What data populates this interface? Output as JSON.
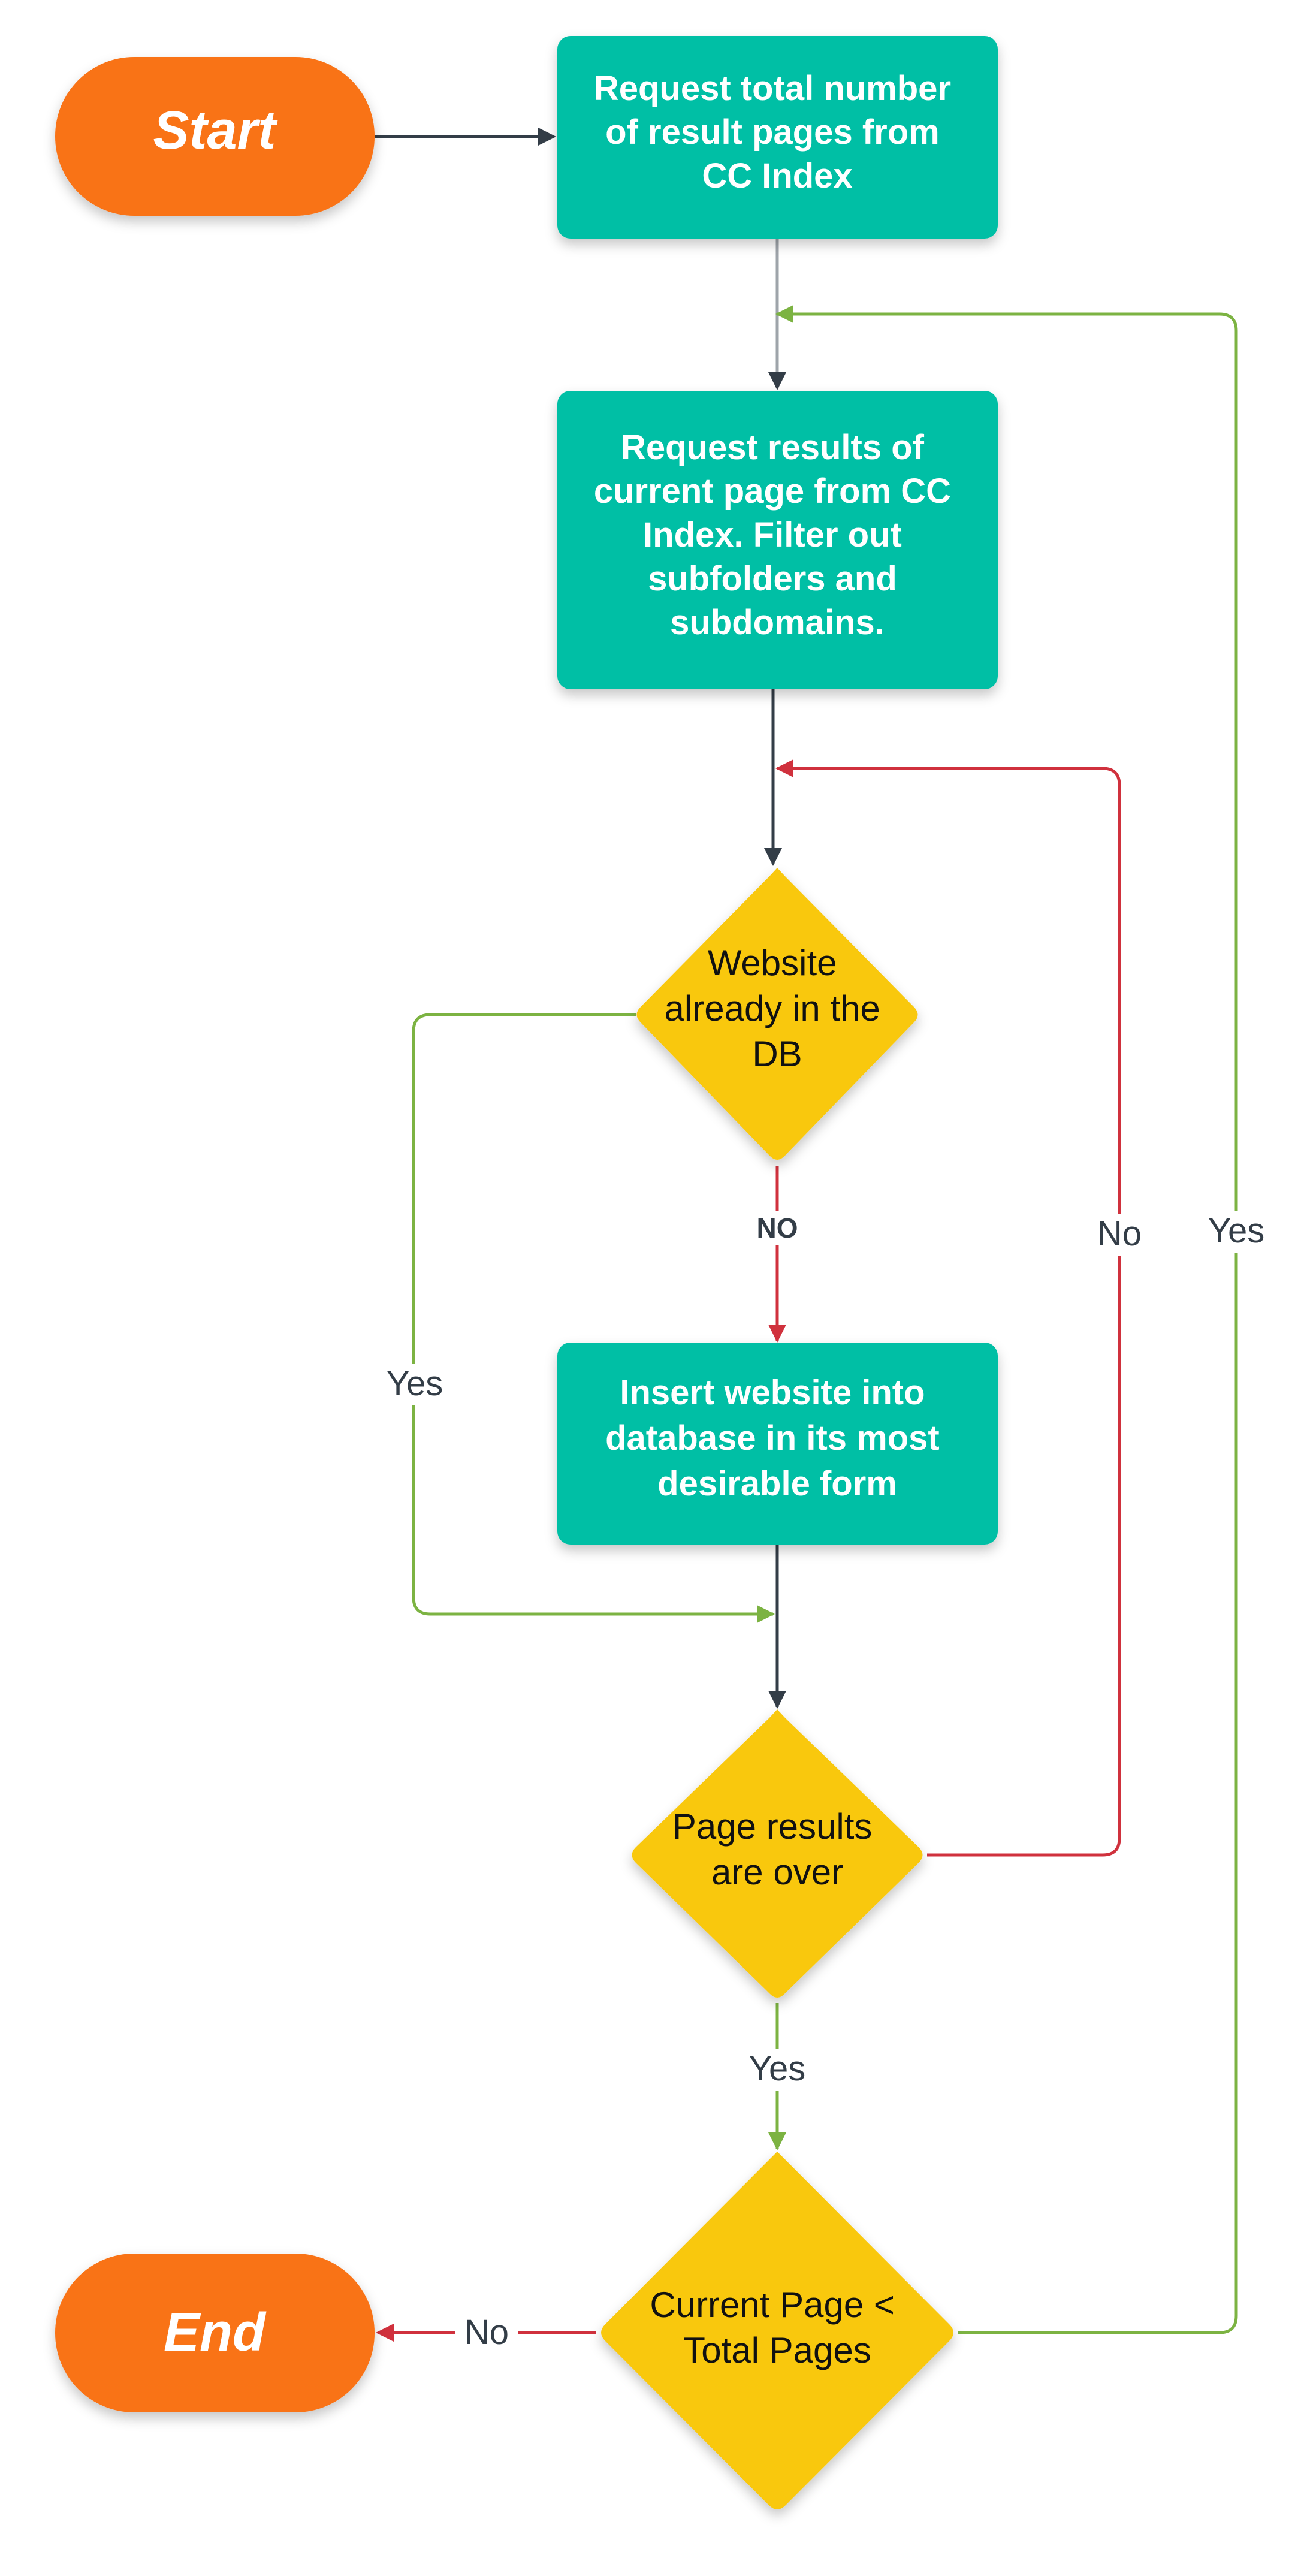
{
  "diagram": {
    "colors": {
      "terminal": "#f97316",
      "process": "#00bfa5",
      "decision": "#f9c80e",
      "edge_default": "#333d47",
      "edge_yes": "#7cb342",
      "edge_no": "#d0313d",
      "label_bg": "#ffffff"
    },
    "nodes": {
      "start": {
        "lines": [
          "Start"
        ]
      },
      "request_total": {
        "lines": [
          "Request total number",
          "of result pages from",
          "CC Index"
        ]
      },
      "request_results": {
        "lines": [
          "Request results of",
          "current page from CC",
          "Index. Filter out",
          "subfolders and",
          "subdomains."
        ]
      },
      "website_in_db": {
        "lines": [
          "Website",
          "already in the",
          "DB"
        ]
      },
      "insert_website": {
        "lines": [
          "Insert website into",
          "database in its most",
          "desirable form"
        ]
      },
      "page_results_over": {
        "lines": [
          "Page results",
          "are over"
        ]
      },
      "current_page": {
        "lines": [
          "Current Page <",
          "Total Pages"
        ]
      },
      "end": {
        "lines": [
          "End"
        ]
      }
    },
    "edge_labels": {
      "no_insert": "NO",
      "yes_skip": "Yes",
      "no_loop": "No",
      "yes_outer": "Yes",
      "yes_next": "Yes",
      "no_end": "No"
    }
  }
}
